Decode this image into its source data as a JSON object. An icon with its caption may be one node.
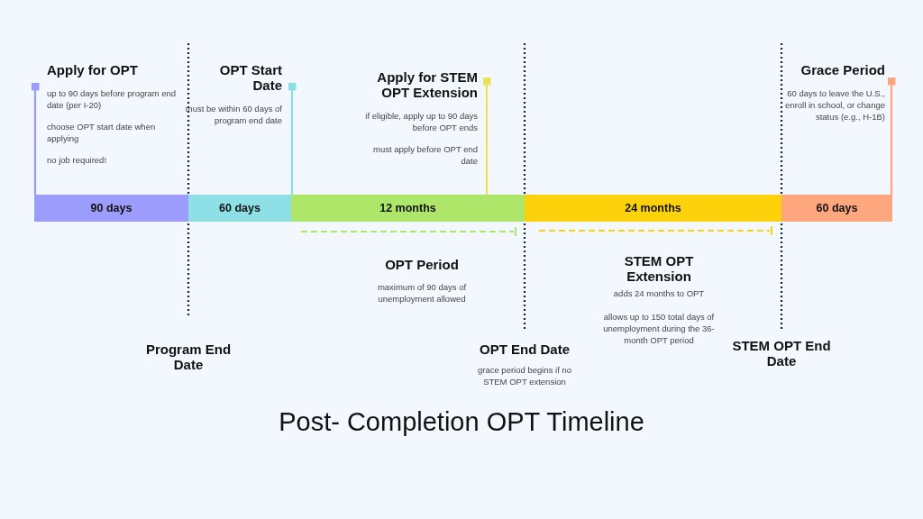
{
  "diagram": {
    "title": "Post- Completion OPT Timeline",
    "nodes": [
      {
        "text": [
          "Apply for OPT",
          "up to 90 days before program end date (per I-20)",
          "choose OPT start date when applying",
          "no job required!"
        ]
      },
      {
        "text": [
          "OPT Start Date",
          "must be within 60 days of program end date"
        ]
      },
      {
        "text": [
          "Apply for STEM OPT Extension",
          "if eligible, apply up to 90 days before OPT ends",
          "must apply before OPT end date"
        ]
      },
      {
        "text": [
          "Grace Period",
          "60 days to leave the U.S., enroll in school, or change status (e.g., H-1B)"
        ]
      },
      {
        "text": [
          "90 days"
        ]
      },
      {
        "text": [
          "60 days"
        ]
      },
      {
        "text": [
          "12 months"
        ]
      },
      {
        "text": [
          "24 months"
        ]
      },
      {
        "text": [
          "60 days"
        ]
      }
    ],
    "edges": [
      {
        "from": 0,
        "to": 4,
        "arrow": "other",
        "color": "#9b9cf9"
      },
      {
        "from": 1,
        "to": 6,
        "arrow": "other",
        "color": "#8edfe5"
      },
      {
        "from": 2,
        "to": 6,
        "arrow": "other",
        "color": "#e8e35a"
      },
      {
        "from": 3,
        "to": 8,
        "arrow": "other",
        "color": "#fea77e"
      }
    ],
    "labels": [
      "Program End Date",
      "OPT Period",
      "maximum of 90 days of unemployment allowed",
      "OPT End Date",
      "grace period begins if no STEM OPT extension",
      "STEM OPT Extension",
      "adds 24 months to OPT",
      "allows up to 150 total days of unemployment during the 36-month OPT period",
      "STEM OPT End Date"
    ]
  }
}
